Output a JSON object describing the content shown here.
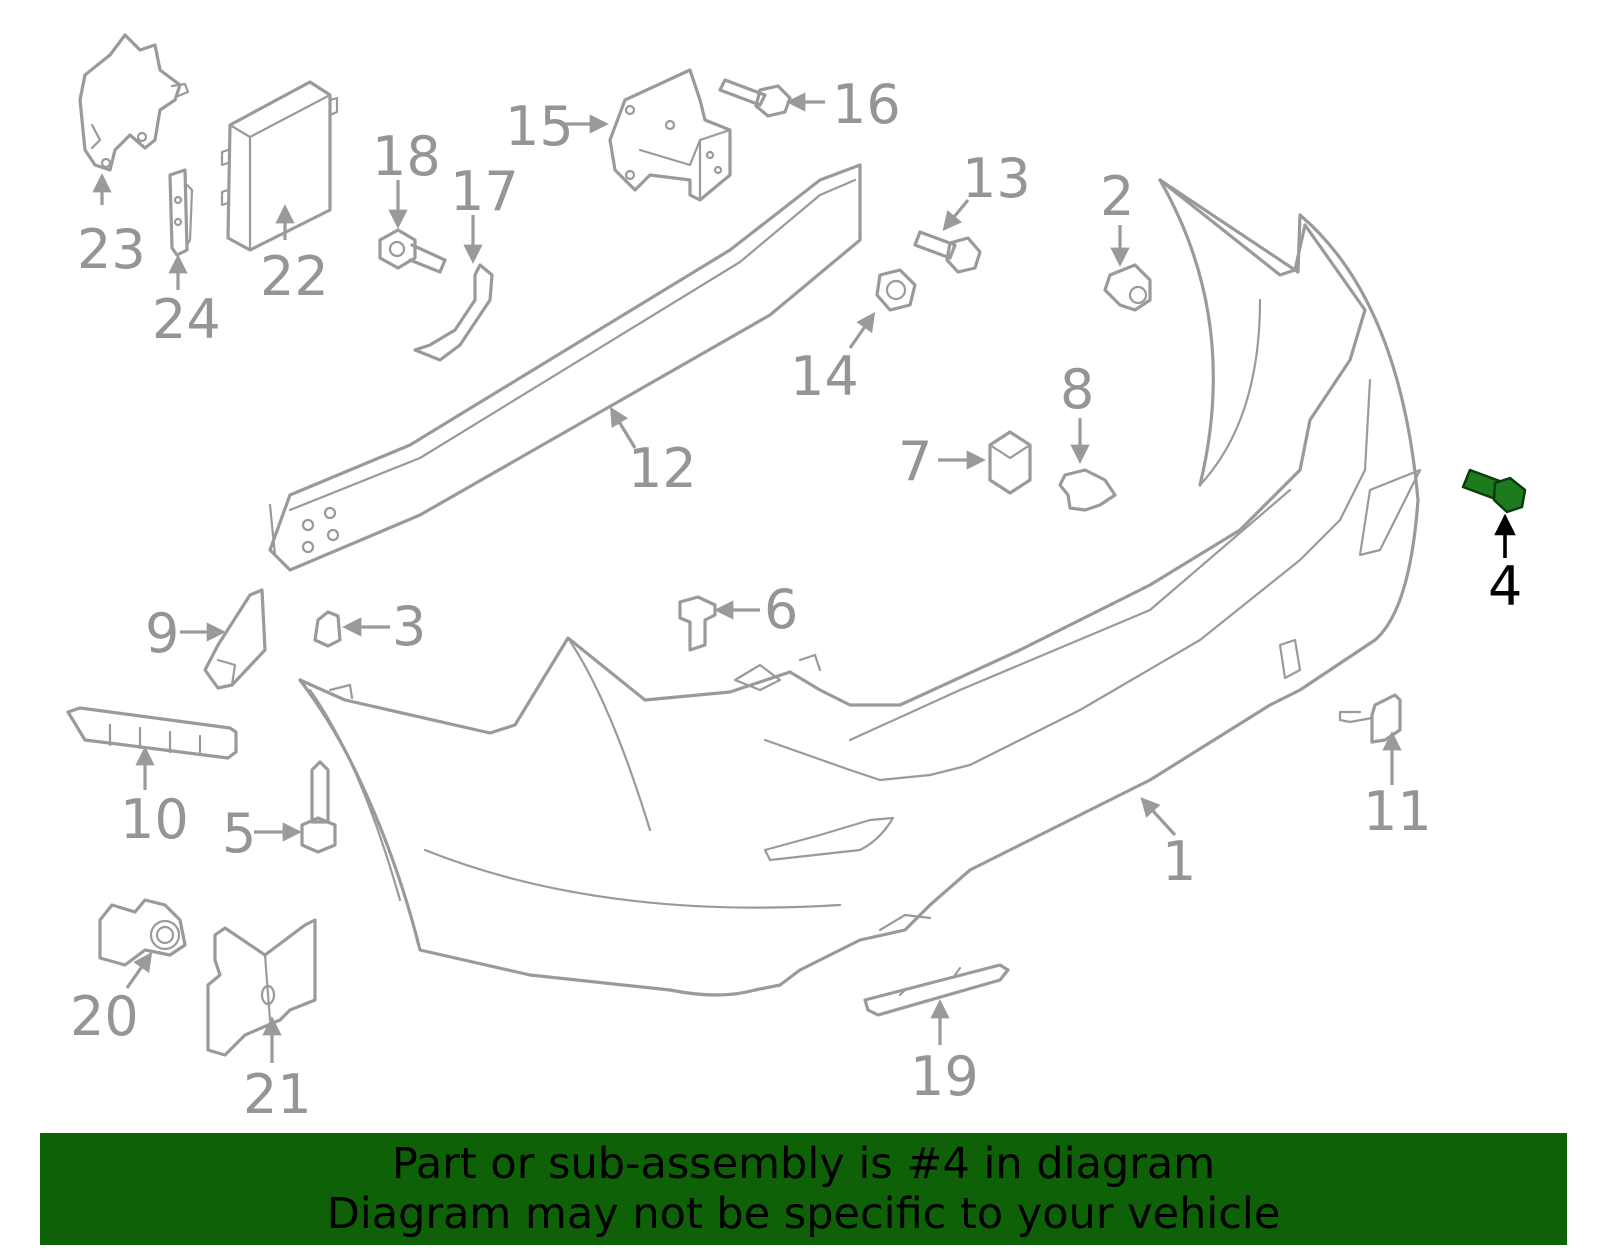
{
  "highlight_color": "#1d7a1d",
  "banner_color": "#0f6107",
  "callouts": [
    "1",
    "2",
    "3",
    "4",
    "5",
    "6",
    "7",
    "8",
    "9",
    "10",
    "11",
    "12",
    "13",
    "14",
    "15",
    "16",
    "17",
    "18",
    "19",
    "20",
    "21",
    "22",
    "23",
    "24"
  ],
  "highlighted_callout": "4",
  "banner": {
    "line1": "Part or sub-assembly is #4 in diagram",
    "line2": "Diagram may not be specific to your vehicle"
  }
}
